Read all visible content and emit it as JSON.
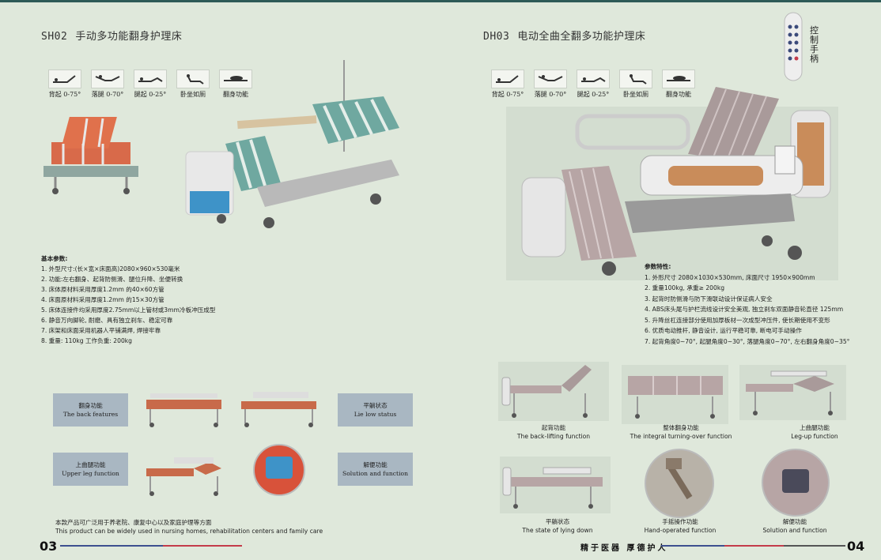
{
  "left": {
    "model_code": "SH02",
    "model_name": "手动多功能翻身护理床",
    "icons": [
      {
        "icon": "backrest-icon",
        "label": "背起 0-75°"
      },
      {
        "icon": "tilt-icon",
        "label": "落腿 0-70°"
      },
      {
        "icon": "leg-raise-icon",
        "label": "腿起 0-25°"
      },
      {
        "icon": "sit-up-icon",
        "label": "卧坐如厕"
      },
      {
        "icon": "turn-over-icon",
        "label": "翻身功能"
      }
    ],
    "spec_title": "基本参数:",
    "specs": [
      "1. 外型尺寸:(长×宽×床面高)2080×960×530毫米",
      "2. 功能:左右翻身、起背防侧滑、腿位升降、坐便转换",
      "3. 床体原材料采用厚度1.2mm 的40×60方管",
      "4. 床面原材料采用厚度1.2mm 的15×30方管",
      "5. 床体连接件均采用厚度2.75mm以上管材或3mm冷板冲压成型",
      "6. 静音万向脚轮, 耐磨、具有独立刹车、稳定可靠",
      "7. 床架和床面采用机器人平铺满焊, 焊接牢靠",
      "8. 重量: 110kg 工作负重: 200kg"
    ],
    "features": [
      {
        "cn": "翻身功能",
        "en": "The back features"
      },
      {
        "cn": "平躺状态",
        "en": "Lie low status"
      },
      {
        "cn": "上曲腿功能",
        "en": "Upper leg function"
      },
      {
        "cn": "解便功能",
        "en": "Solution and function"
      }
    ],
    "footer_cn": "本款产品可广泛用于养老院、康复中心以及家庭护理等方面",
    "footer_en": "This product can be widely used in nursing homes, rehabilitation centers and family care",
    "page_number": "03"
  },
  "right": {
    "model_code": "DH03",
    "model_name": "电动全曲全翻多功能护理床",
    "remote_label": "控制手柄",
    "icons": [
      {
        "icon": "backrest-icon",
        "label": "背起 0-75°"
      },
      {
        "icon": "tilt-icon",
        "label": "落腿 0-70°"
      },
      {
        "icon": "leg-raise-icon",
        "label": "腿起 0-25°"
      },
      {
        "icon": "sit-up-icon",
        "label": "卧坐如厕"
      },
      {
        "icon": "turn-over-icon",
        "label": "翻身功能"
      }
    ],
    "spec_title": "参数特性:",
    "specs": [
      "1. 外形尺寸 2080×1030×530mm, 床面尺寸 1950×900mm",
      "2. 重量100kg, 承重≥ 200kg",
      "3. 起背时防侧滑与防下滑联动设计保证病人安全",
      "4. ABS床头尾与护栏流线设计安全美观, 独立刹车双面静音轮直径 125mm",
      "5. 升降丝杠连接部分使用加厚板材一次成型冲压件, 使长期使用不变形",
      "6. 优质电动推杆, 静音设计, 运行平稳可靠, 断电可手动操作",
      "7. 起背角度0~70°, 起腿角度0~30°, 落腿角度0~70°, 左右翻身角度0~35°"
    ],
    "functions": [
      {
        "cn": "起背功能",
        "en": "The back-lifting function"
      },
      {
        "cn": "整体翻身功能",
        "en": "The integral turning-over function"
      },
      {
        "cn": "上曲腿功能",
        "en": "Leg-up function"
      },
      {
        "cn": "平躺状态",
        "en": "The state of lying down"
      },
      {
        "cn": "手摇操作功能",
        "en": "Hand-operated function"
      },
      {
        "cn": "解便功能",
        "en": "Solution and function"
      }
    ],
    "slogan": "精于医器 厚德护人",
    "page_number": "04"
  },
  "colors": {
    "bg": "#dfe8db",
    "topbar": "#2e5a57",
    "feature_box": "#a9b7c2",
    "line_blue": "#3d4f8f",
    "line_red": "#c43b4a"
  }
}
